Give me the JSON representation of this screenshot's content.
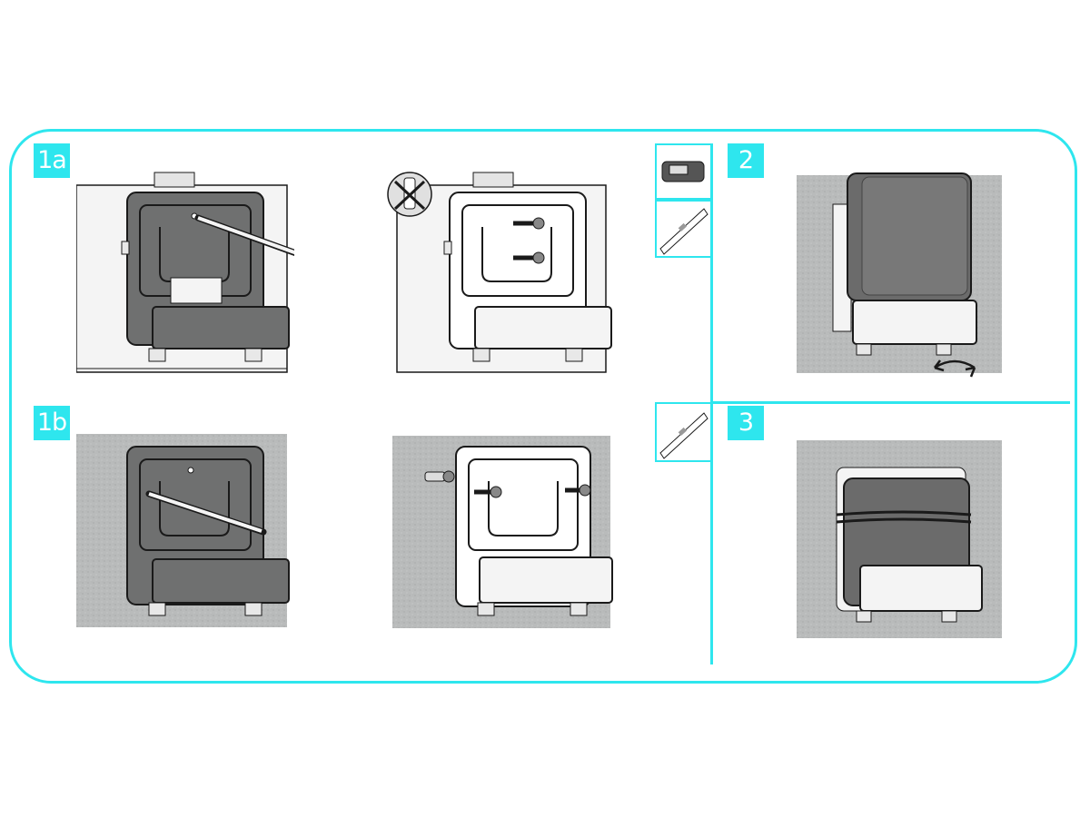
{
  "steps": [
    {
      "id": "1a",
      "label": "1a"
    },
    {
      "id": "1b",
      "label": "1b"
    },
    {
      "id": "2",
      "label": "2"
    },
    {
      "id": "3",
      "label": "3"
    }
  ],
  "colors": {
    "accent": "#2ee6ee",
    "wall_concrete": "#b9bbbb",
    "bracket_dark": "#6f7070",
    "device_dark": "#6b6b6b",
    "outline": "#1a1a1a"
  },
  "icons": [
    "pencil-icon",
    "screw-icon",
    "no-wall-plug-icon",
    "wall-plug-icon",
    "level-icon",
    "stud-finder-icon",
    "rotate-arrow-icon",
    "strap-icon"
  ]
}
